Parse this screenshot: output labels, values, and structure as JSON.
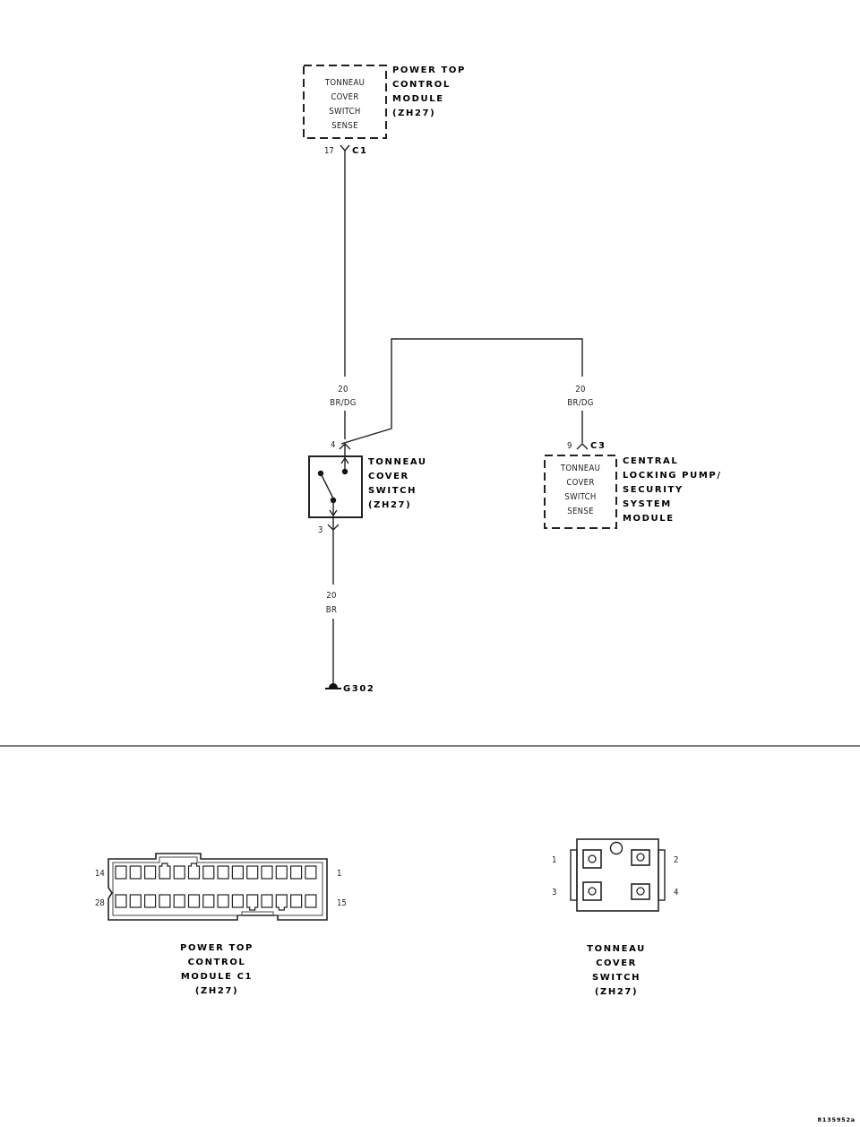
{
  "pctm": {
    "box_lines": [
      "TONNEAU",
      "COVER",
      "SWITCH",
      "SENSE"
    ],
    "label_lines": [
      "POWER TOP",
      "CONTROL",
      "MODULE",
      "(ZH27)"
    ],
    "pin": "17",
    "connector": "C1"
  },
  "wire_left": {
    "gauge": "20",
    "color": "BR/DG"
  },
  "wire_right": {
    "gauge": "20",
    "color": "BR/DG"
  },
  "switch": {
    "label_lines": [
      "TONNEAU",
      "COVER",
      "SWITCH",
      "(ZH27)"
    ],
    "pin_top": "4",
    "pin_bottom": "3"
  },
  "clpm": {
    "box_lines": [
      "TONNEAU",
      "COVER",
      "SWITCH",
      "SENSE"
    ],
    "label_lines": [
      "CENTRAL",
      "LOCKING PUMP/",
      "SECURITY",
      "SYSTEM",
      "MODULE"
    ],
    "pin": "9",
    "connector": "C3"
  },
  "wire_ground": {
    "gauge": "20",
    "color": "BR"
  },
  "ground": {
    "label": "G302"
  },
  "connector_c1": {
    "label_lines": [
      "POWER TOP",
      "CONTROL",
      "MODULE C1",
      "(ZH27)"
    ],
    "pins": {
      "top_left": "14",
      "top_right": "1",
      "bottom_left": "28",
      "bottom_right": "15"
    }
  },
  "connector_switch": {
    "label_lines": [
      "TONNEAU",
      "COVER",
      "SWITCH",
      "(ZH27)"
    ],
    "pins": {
      "p1": "1",
      "p2": "2",
      "p3": "3",
      "p4": "4"
    }
  },
  "figure_id": "8135952a"
}
